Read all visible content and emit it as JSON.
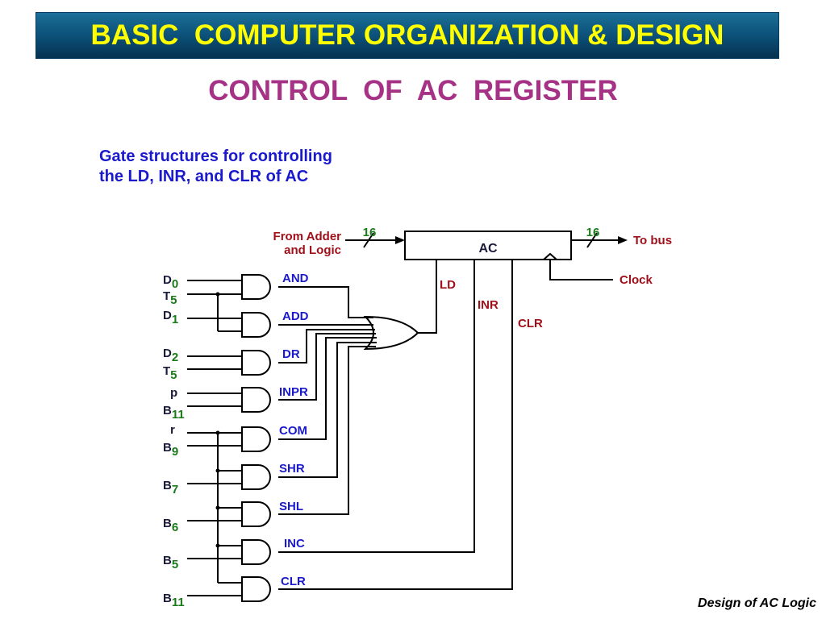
{
  "header": {
    "title": "BASIC  COMPUTER ORGANIZATION & DESIGN"
  },
  "slide": {
    "subtitle": "CONTROL  OF  AC  REGISTER",
    "description_line1": "Gate structures for controlling",
    "description_line2": "the LD, INR, and CLR of AC",
    "footer": "Design of AC Logic"
  },
  "diagram": {
    "from_adder_line1": "From Adder",
    "from_adder_line2": "and Logic",
    "bus_width_in": "16",
    "bus_width_out": "16",
    "register_label": "AC",
    "to_bus": "To bus",
    "clock": "Clock",
    "ld": "LD",
    "inr": "INR",
    "clr_signal": "CLR",
    "gate_labels": {
      "and": "AND",
      "add": "ADD",
      "dr": "DR",
      "inpr": "INPR",
      "com": "COM",
      "shr": "SHR",
      "shl": "SHL",
      "inc": "INC",
      "clr": "CLR"
    },
    "inputs": {
      "d0": {
        "letter": "D",
        "sub": "0"
      },
      "t5a": {
        "letter": "T",
        "sub": "5"
      },
      "d1": {
        "letter": "D",
        "sub": "1"
      },
      "d2": {
        "letter": "D",
        "sub": "2"
      },
      "t5b": {
        "letter": "T",
        "sub": "5"
      },
      "p": {
        "letter": "p"
      },
      "b11a": {
        "letter": "B",
        "sub": "11"
      },
      "r": {
        "letter": "r"
      },
      "b9": {
        "letter": "B",
        "sub": "9"
      },
      "b7": {
        "letter": "B",
        "sub": "7"
      },
      "b6": {
        "letter": "B",
        "sub": "6"
      },
      "b5": {
        "letter": "B",
        "sub": "5"
      },
      "b11b": {
        "letter": "B",
        "sub": "11"
      }
    }
  },
  "colors": {
    "title_bg": "#0b4e76",
    "title_text": "#ffff00",
    "subtitle": "#a63286",
    "blue_text": "#1a1acc",
    "red_text": "#a0101a",
    "green_text": "#1a7a1a"
  }
}
